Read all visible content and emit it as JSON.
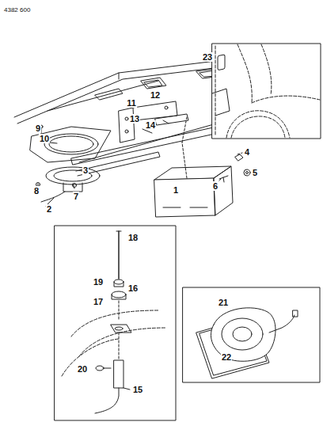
{
  "diagram": {
    "labels": [
      "4382 600",
      "23",
      "9",
      "11",
      "12",
      "13",
      "14",
      "10",
      "4",
      "3",
      "1",
      "5",
      "6",
      "8",
      "7",
      "2",
      "18",
      "19",
      "16",
      "17",
      "20",
      "15",
      "21",
      "22"
    ]
  }
}
